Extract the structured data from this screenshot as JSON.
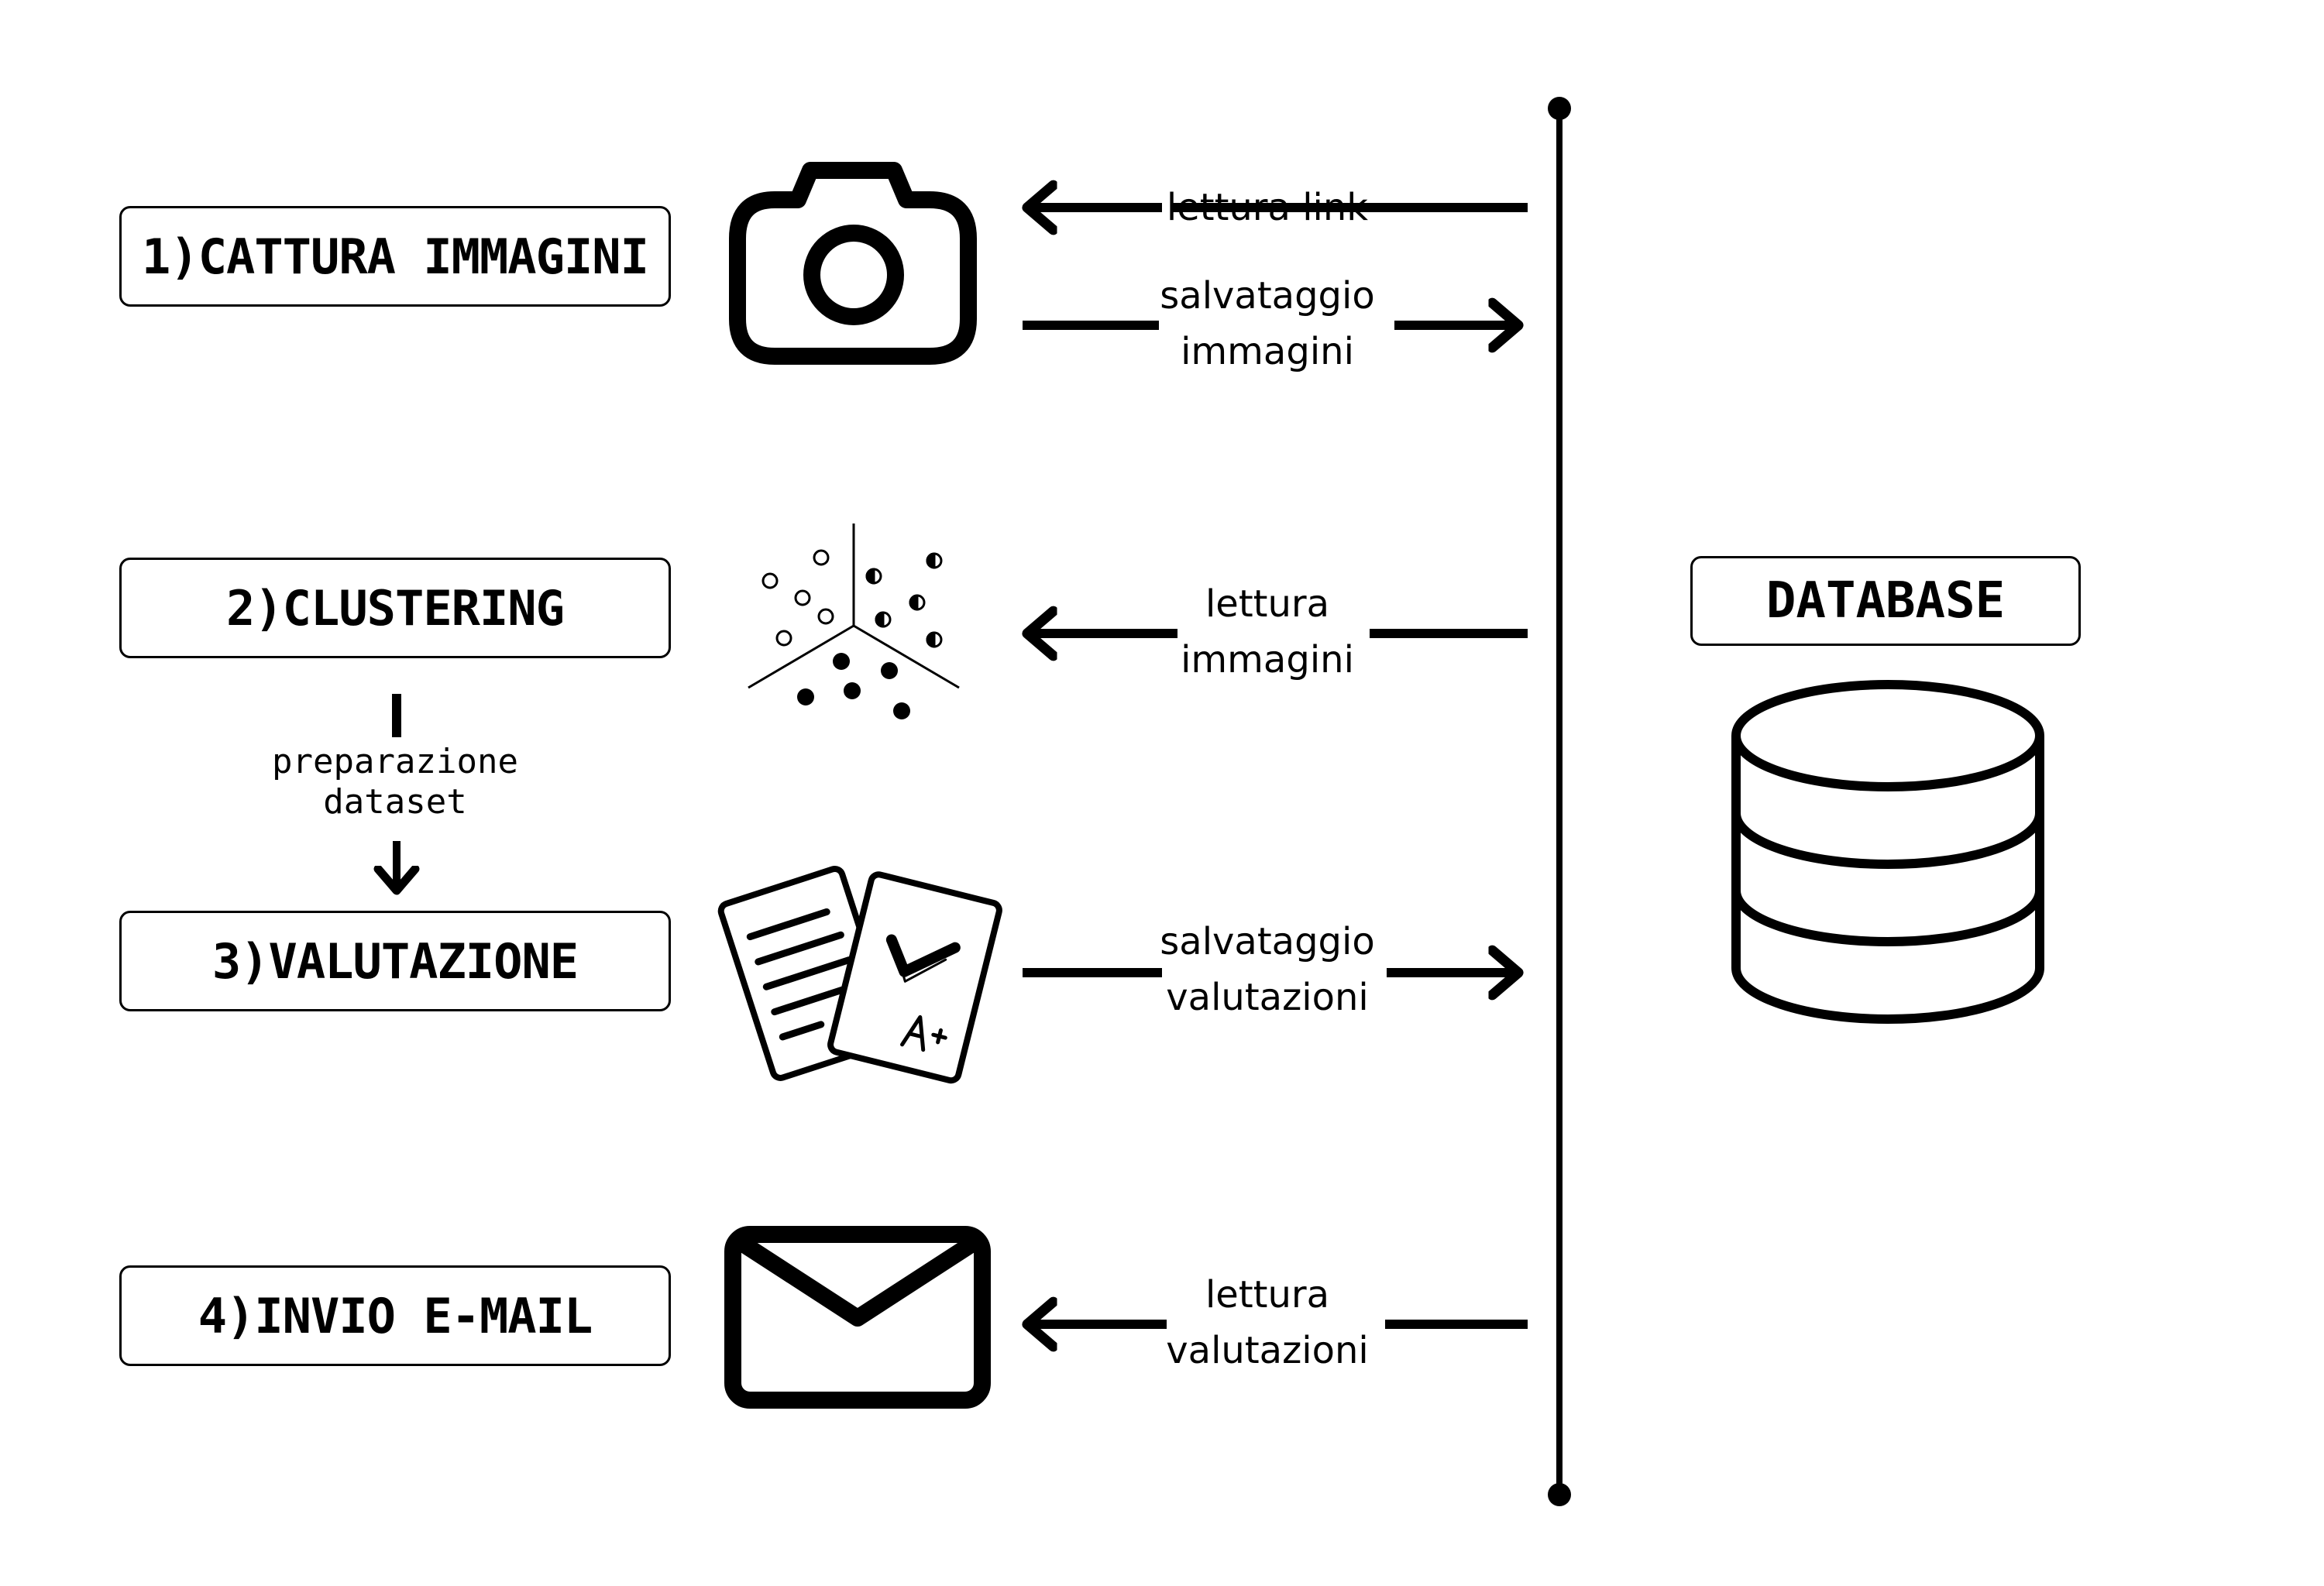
{
  "steps": [
    {
      "label": "1)CATTURA IMMAGINI"
    },
    {
      "label": "2)CLUSTERING"
    },
    {
      "label": "3)VALUTAZIONE"
    },
    {
      "label": "4)INVIO E-MAIL"
    }
  ],
  "database": {
    "label": "DATABASE"
  },
  "flows": [
    {
      "line1": "lettura link",
      "line2": "",
      "direction": "to-step"
    },
    {
      "line1": "salvataggio",
      "line2": "immagini",
      "direction": "to-database"
    },
    {
      "line1": "lettura",
      "line2": "immagini",
      "direction": "to-step"
    },
    {
      "line1": "salvataggio",
      "line2": "valutazioni",
      "direction": "to-database"
    },
    {
      "line1": "lettura",
      "line2": "valutazioni",
      "direction": "to-step"
    }
  ],
  "preparation": {
    "line1": "preparazione",
    "line2": "dataset"
  },
  "icons": [
    "camera-icon",
    "scatter-plot-icon",
    "graded-documents-icon",
    "envelope-icon",
    "database-icon"
  ],
  "colors": {
    "ink": "#000000",
    "background": "#ffffff"
  }
}
